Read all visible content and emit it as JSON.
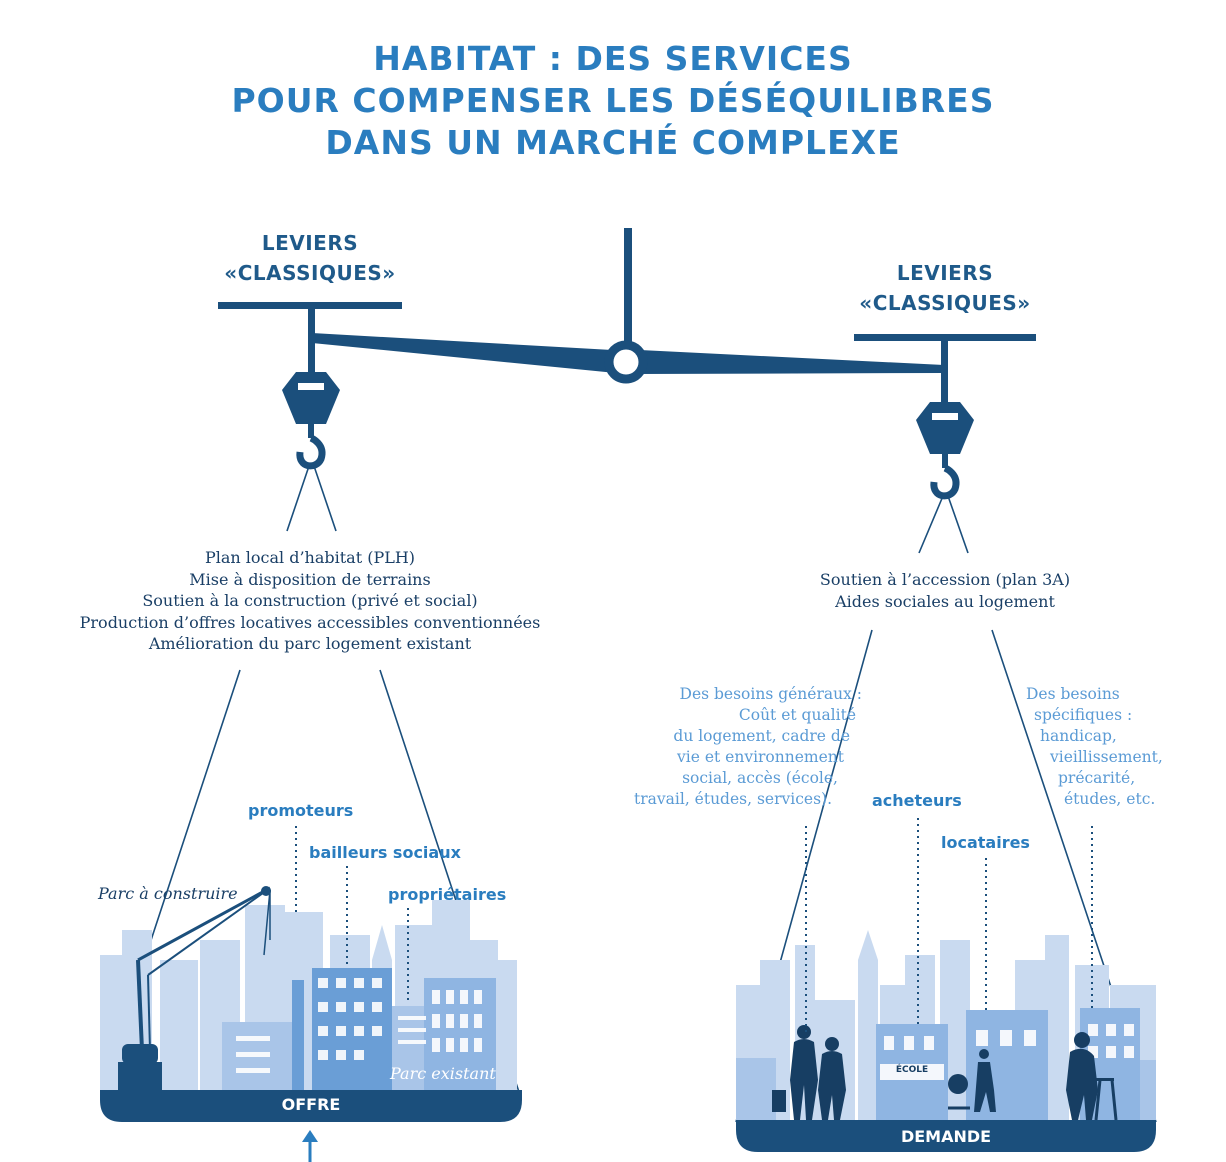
{
  "title": {
    "line1": "HABITAT : DES SERVICES",
    "line2": "POUR COMPENSER LES DÉSÉQUILIBRES",
    "line3": "DANS UN MARCHÉ COMPLEXE"
  },
  "left_lever": {
    "title_line1": "LEVIERS",
    "title_line2": "«CLASSIQUES»",
    "items": [
      "Plan local d’habitat (PLH)",
      "Mise à disposition de terrains",
      "Soutien à la construction (privé et social)",
      "Production d’offres locatives accessibles conventionnées",
      "Amélioration du parc logement existant"
    ]
  },
  "right_lever": {
    "title_line1": "LEVIERS",
    "title_line2": "«CLASSIQUES»",
    "items": [
      "Soutien à l’accession (plan 3A)",
      "Aides sociales au logement"
    ]
  },
  "offer": {
    "bar_label": "OFFRE",
    "parc_construire": "Parc à construire",
    "parc_existant": "Parc existant",
    "actors": {
      "promoteurs": "promoteurs",
      "bailleurs": "bailleurs sociaux",
      "proprietaires": "propriétaires"
    }
  },
  "demand": {
    "bar_label": "DEMANDE",
    "school_sign": "ÉCOLE",
    "general_needs": [
      "Des besoins généraux :",
      "Coût et qualité",
      "du logement, cadre de",
      "vie et environnement",
      "social, accès (école,",
      "travail, études, services)."
    ],
    "specific_needs": [
      "Des besoins",
      "spécifiques :",
      "handicap,",
      "vieillissement,",
      "précarité,",
      "études, etc."
    ],
    "actors": {
      "acheteurs": "acheteurs",
      "locataires": "locataires"
    }
  },
  "colors": {
    "dark_navy": "#1b4f7c",
    "accent_blue": "#2a7dbf",
    "light_blue": "#5b9bd5",
    "skyline_light": "#c9daf0",
    "skyline_mid": "#a9c5e8",
    "building_blue": "#6a9ed6",
    "silhouette": "#173e63"
  },
  "icons": {
    "crane": "crane-icon",
    "hook": "crane-hook-icon",
    "arrow": "up-arrow-icon"
  }
}
